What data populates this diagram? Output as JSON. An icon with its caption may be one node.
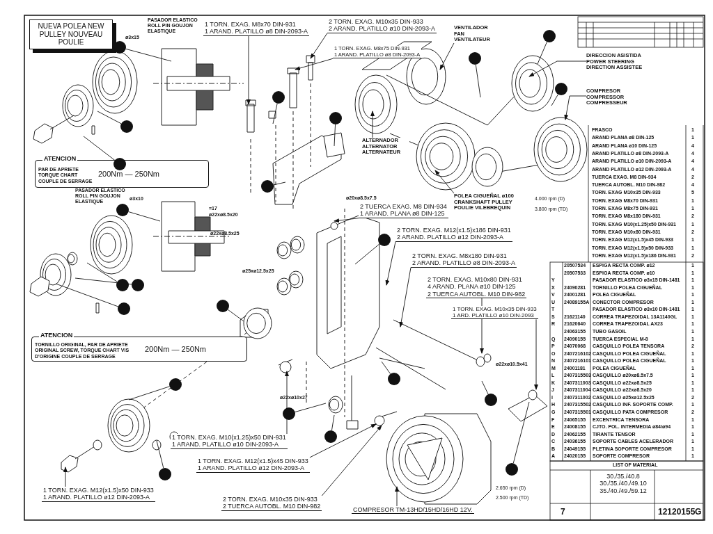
{
  "diagram": {
    "nodes": [
      {
        "text": [
          "NUEVA POLEA NEW PULLEY NOUVEAU POULIE"
        ]
      },
      {
        "text": [
          "ATENCION",
          "PAR DE APRIETE TORQUE CHART COUPLE DE SERRAGE",
          "200Nm — 250Nm"
        ]
      },
      {
        "text": [
          "ATENCION",
          "TORNILLO ORIGINAL, PAR DE APRIETE ORIGINAL SCREW, TORQUE CHART VIS D'ORIGINE COUPLE DE SERRAGE",
          "200Nm — 250Nm"
        ]
      },
      {
        "text": [
          "1 TORN. EXAG. M8x70 DIN-931",
          "1 ARAND. PLATILLO ø8 DIN-2093-A"
        ]
      },
      {
        "text": [
          "2 TORN. EXAG. M10x35 DIN-933",
          "2 ARAND. PLATILLO ø10 DIN-2093-A"
        ]
      },
      {
        "text": [
          "1 TORN. EXAG. M8x75 DIN-931",
          "1 ARAND. PLATILLO ø8 DIN-2093-A"
        ]
      },
      {
        "text": [
          "VENTILADOR FAN VENTILATEUR"
        ]
      },
      {
        "text": [
          "DIRECCION ASISTIDA POWER STEERING DIRECTION ASSISTEE"
        ]
      },
      {
        "text": [
          "COMPRESOR COMPRESSOR COMPRESSEUR"
        ]
      },
      {
        "text": [
          "ALTERNADOR ALTERNATOR ALTERNATEUR"
        ]
      },
      {
        "text": [
          "POLEA CIGUEÑAL ø100 CRANKSHAFT PULLEY POULIE VILEBREQUIN"
        ],
        "beside": [
          "4.000 rpm (D)",
          "3.800 rpm (TD)"
        ]
      },
      {
        "text": [
          "2 TUERCA EXAG. M8 DIN-934",
          "1 ARAND. PLANA ø8 DIN-125"
        ]
      },
      {
        "text": [
          "2 TORN. EXAG. M12(x1.5)x186 DIN-931",
          "2 ARAND. PLATILLO ø12 DIN-2093-A"
        ]
      },
      {
        "text": [
          "2 TORN. EXAG. M8x180 DIN-931",
          "2 ARAND. PLATILLO ø8 DIN-2093-A"
        ]
      },
      {
        "text": [
          "2 TORN. EXAG. M10x80 DIN-931",
          "4 ARAND. PLANA ø10 DIN-125",
          "2 TUERCA AUTOBL. M10 DIN-982"
        ]
      },
      {
        "text": [
          "1 TORN. EXAG. M10x35 DIN-933",
          "1 ARD. PLATILLO ø10 DIN-2093"
        ]
      },
      {
        "text": [
          "1 TORN. EXAG. M10(x1.25)x50 DIN-931",
          "1 ARAND. PLATILLO ø10 DIN-2093-A"
        ]
      },
      {
        "text": [
          "1 TORN. EXAG. M12(x1.5)x45 DIN-933",
          "1 ARAND. PLATILLO ø12 DIN-2093-A"
        ]
      },
      {
        "text": [
          "1 TORN. EXAG. M12(x1.5)x50 DIN-933",
          "1 ARAND. PLATILLO ø12 DIN-2093-A"
        ]
      },
      {
        "text": [
          "2 TORN. EXAG. M10x35 DIN-933",
          "2 TUERCA AUTOBL. M10 DIN-982"
        ]
      },
      {
        "text": [
          "COMPRESOR TM-13HD/15HD/16HD 12V."
        ],
        "beside": [
          "2.650 rpm (D)",
          "2.500 rpm (TD)"
        ]
      },
      {
        "text": [],
        "shape": "circle"
      },
      {
        "text": [],
        "shape": "circle"
      },
      {
        "text": [],
        "shape": "circle"
      },
      {
        "text": [],
        "shape": "circle"
      },
      {
        "text": [],
        "shape": "circle"
      },
      {
        "text": [],
        "shape": "circle"
      },
      {
        "text": [],
        "shape": "circle"
      },
      {
        "text": [],
        "shape": "circle"
      },
      {
        "text": [],
        "shape": "circle"
      },
      {
        "text": [],
        "shape": "circle"
      },
      {
        "text": [],
        "shape": "circle"
      },
      {
        "text": [],
        "shape": "circle"
      },
      {
        "text": [],
        "shape": "circle"
      },
      {
        "text": [],
        "shape": "circle"
      },
      {
        "text": [],
        "shape": "circle"
      },
      {
        "text": [],
        "shape": "circle"
      },
      {
        "text": [],
        "shape": "circle"
      },
      {
        "text": [],
        "shape": "circle"
      },
      {
        "text": [],
        "shape": "circle"
      },
      {
        "text": [],
        "shape": "circle"
      },
      {
        "text": [],
        "shape": "circle"
      },
      {
        "text": [],
        "shape": "circle"
      }
    ],
    "edges": [
      {
        "from": 3,
        "to": null,
        "arrow": "to"
      },
      {
        "from": 4,
        "to": null,
        "arrow": "to"
      },
      {
        "from": 5,
        "to": null,
        "arrow": "to"
      },
      {
        "from": 6,
        "to": null,
        "arrow": "to"
      },
      {
        "from": 7,
        "to": null,
        "arrow": "to"
      },
      {
        "from": 8,
        "to": null,
        "arrow": "to"
      },
      {
        "from": 9,
        "to": null,
        "arrow": "to"
      },
      {
        "from": 10,
        "to": null,
        "arrow": "to"
      },
      {
        "from": 11,
        "to": null,
        "arrow": "to"
      },
      {
        "from": 12,
        "to": null,
        "arrow": "to"
      },
      {
        "from": 13,
        "to": null,
        "arrow": "to"
      },
      {
        "from": 14,
        "to": null,
        "arrow": "to"
      },
      {
        "from": 15,
        "to": null,
        "arrow": "to"
      },
      {
        "from": 16,
        "to": null,
        "arrow": "to"
      },
      {
        "from": 17,
        "to": null,
        "arrow": "to"
      },
      {
        "from": 18,
        "to": null,
        "arrow": "to"
      },
      {
        "from": 19,
        "to": null,
        "arrow": "to"
      },
      {
        "from": 20,
        "to": null,
        "arrow": "to"
      },
      {
        "from": 21,
        "to": null,
        "arrow": "none"
      },
      {
        "from": 22,
        "to": null,
        "arrow": "none"
      },
      {
        "from": 23,
        "to": null,
        "arrow": "none"
      },
      {
        "from": 24,
        "to": null,
        "arrow": "none"
      },
      {
        "from": 25,
        "to": null,
        "arrow": "none"
      },
      {
        "from": 26,
        "to": null,
        "arrow": "none"
      },
      {
        "from": 27,
        "to": null,
        "arrow": "none"
      },
      {
        "from": 28,
        "to": null,
        "arrow": "none"
      },
      {
        "from": 29,
        "to": null,
        "arrow": "none"
      },
      {
        "from": 30,
        "to": null,
        "arrow": "none"
      },
      {
        "from": 31,
        "to": null,
        "arrow": "none"
      },
      {
        "from": 32,
        "to": null,
        "arrow": "none"
      },
      {
        "from": 33,
        "to": null,
        "arrow": "none"
      },
      {
        "from": 34,
        "to": null,
        "arrow": "none"
      },
      {
        "from": 35,
        "to": null,
        "arrow": "none"
      },
      {
        "from": 36,
        "to": null,
        "arrow": "none"
      },
      {
        "from": 37,
        "to": null,
        "arrow": "none"
      },
      {
        "from": 38,
        "to": null,
        "arrow": "none"
      },
      {
        "from": 39,
        "to": null,
        "arrow": "none"
      },
      {
        "from": 40,
        "to": null,
        "arrow": "none"
      },
      {
        "from": 41,
        "to": null,
        "arrow": "none"
      },
      {
        "from": 42,
        "to": null,
        "arrow": "none"
      }
    ],
    "labels": [
      "PASADOR ELASTICO ROLL PIN GOUJON ELASTIQUE",
      "ø3x15",
      "PASADOR ELASTICO ROLL PIN GOUJON ELASTIQUE",
      "ø3x10",
      "=17",
      "ø20xø8.5x7.5",
      "ø22xø8.5x20",
      "ø22xø8.5x25",
      "ø25xø12.5x25",
      "ø22xø10.5x41",
      "ø22xø10x27",
      "FRASCO",
      "1",
      "ARAND PLANA ø8 DIN-125",
      "1",
      "ARAND PLANA ø10 DIN-125",
      "4",
      "ARAND PLATILLO ø8 DIN-2093-A",
      "4",
      "ARAND PLATILLO ø10 DIN-2093-A",
      "4",
      "ARAND PLATILLO ø12 DIN-2093-A",
      "4",
      "TUERCA EXAG. M8 DIN-934",
      "2",
      "TUERCA AUTOBL. M10 DIN-982",
      "4",
      "TORN. EXAG M10x35 DIN-933",
      "5",
      "TORN. EXAG M8x70 DIN-931",
      "1",
      "TORN. EXAG M8x75 DIN-931",
      "1",
      "TORN. EXAG M8x180 DIN-931",
      "2",
      "TORN. EXAG M10(x1.25)x50 DIN-931",
      "1",
      "TORN. EXAG M10x80 DIN-931",
      "2",
      "TORN. EXAG M12(x1.5)x45 DIN-933",
      "1",
      "TORN. EXAG M12(x1.5)x50 DIN-933",
      "1",
      "TORN. EXAG M12(x1.5)x186 DIN-931",
      "2",
      "20507534",
      "ESPIGA RECTA COMP. ø12",
      "1",
      "20507533",
      "ESPIGA RECTA COMP. ø10",
      "1",
      "Y",
      "PASADOR ELASTICO ø3x15 DIN-1481",
      "1",
      "X",
      "24090281",
      "TORNILLO POLEA CIGUEÑAL",
      "1",
      "V",
      "24001281",
      "POLEA CIGUEÑAL",
      "1",
      "U",
      "24089155A",
      "CONECTOR COMPRESOR",
      "1",
      "T",
      "PASADOR ELASTICO ø3x10 DIN-1481",
      "1",
      "S",
      "21621140",
      "CORREA TRAPEZOIDAL 13A1140GL",
      "1",
      "R",
      "21620640",
      "CORREA TRAPEZOIDAL AX23",
      "1",
      "24063155",
      "TUBO GASOIL",
      "1",
      "Q",
      "24090155",
      "TUERCA ESPECIAL M-8",
      "1",
      "P",
      "24070068",
      "CASQUILLO POLEA TENSORA",
      "2",
      "O",
      "2407216102",
      "CASQUILLO POLEA CIGUEÑAL",
      "1",
      "N",
      "2407216101",
      "CASQUILLO POLEA CIGUEÑAL",
      "1",
      "M",
      "24001181",
      "POLEA CIGUEÑAL",
      "1",
      "L",
      "2407315503",
      "CASQUILLO ø20xø8.5x7.5",
      "1",
      "K",
      "2407311003",
      "CASQUILLO ø22xø8.5x25",
      "1",
      "J",
      "2407311004",
      "CASQUILLO ø22xø8.5x20",
      "1",
      "I",
      "2407311002",
      "CASQUILLO ø25xø12.5x25",
      "2",
      "H",
      "2407315502",
      "CASQUILLO INF. SOPORTE COMP.",
      "1",
      "G",
      "2407315501",
      "CASQUILLO PATA COMPRESOR",
      "2",
      "F",
      "24065155",
      "EXCENTRICA TENSORA",
      "1",
      "E",
      "24008155",
      "CJTO. POL. INTERMEDIA ø84/ø94",
      "1",
      "D",
      "24062155",
      "TIRANTE TENSOR",
      "1",
      "C",
      "24036155",
      "SOPORTE CABLES ACELERADOR",
      "1",
      "B",
      "24049155",
      "PLETINA SOPORTE COMPRESOR",
      "1",
      "A",
      "24020155",
      "SOPORTE COMPRESOR",
      "1",
      "LIST OF MATERIAL",
      "30./35./40.8 30./35./40./49.10 35./40./49./59.12",
      "7",
      "12120155",
      "G"
    ]
  }
}
